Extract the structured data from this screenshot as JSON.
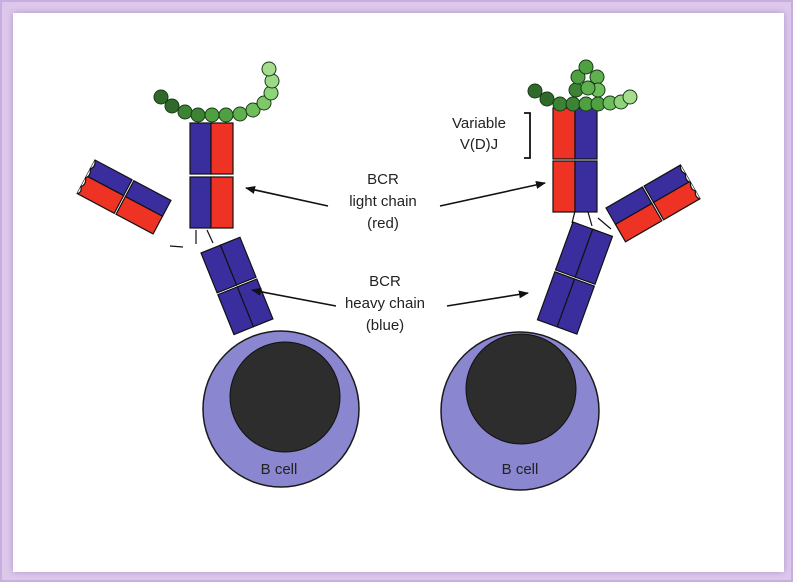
{
  "labels": {
    "light_chain": [
      "BCR",
      "light chain",
      "(red)"
    ],
    "heavy_chain": [
      "BCR",
      "heavy chain",
      "(blue)"
    ],
    "variable": [
      "Variable",
      "V(D)J"
    ],
    "cell_left": "B cell",
    "cell_right": "B cell"
  },
  "colors": {
    "heavy_chain": "#3a2e9e",
    "light_chain": "#ee3324",
    "cell_body": "#8a86cf",
    "nucleus": "#2d2d2d",
    "antigen_dark": "#2f6a2a",
    "antigen_mid": "#4fa040",
    "antigen_light": "#a6dc8e"
  }
}
